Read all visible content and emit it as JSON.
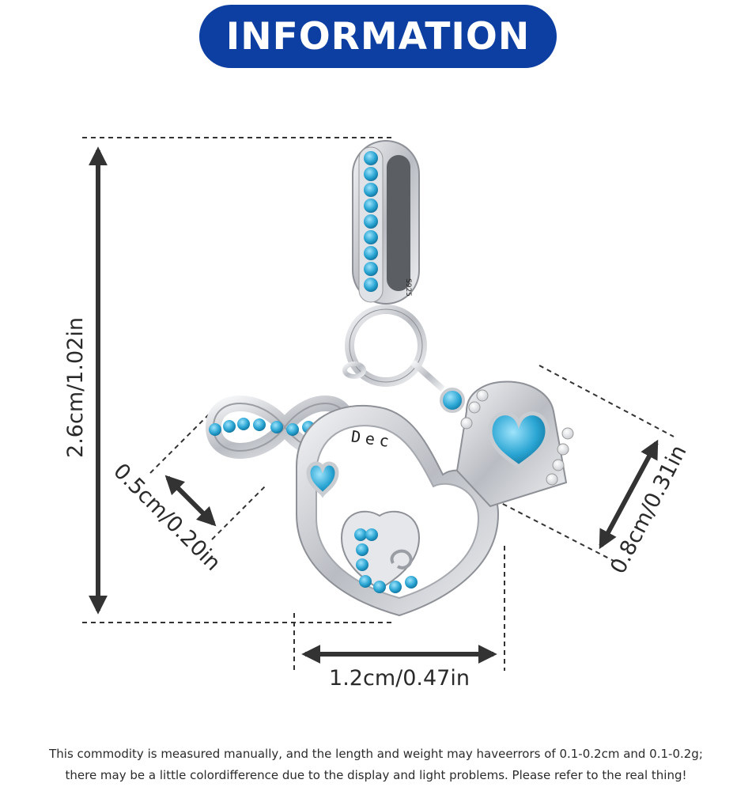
{
  "banner": {
    "title": "INFORMATION",
    "color": "#0d3fa3"
  },
  "dimensions": {
    "height": "2.6cm/1.02in",
    "width": "1.2cm/0.47in",
    "infinity_size": "0.5cm/0.20in",
    "crown_size": "0.8cm/0.31in"
  },
  "charm": {
    "engraving": "Dec",
    "stamp": "S925",
    "stone_color": "#2aa5d3",
    "metal_color": "#c9ccd1"
  },
  "footer": {
    "line1": "This commodity is measured manually, and the length and weight may haveerrors of 0.1-0.2cm and 0.1-0.2g;",
    "line2": "there may be a little colordifference due to the display and light problems. Please refer to the real thing!"
  }
}
